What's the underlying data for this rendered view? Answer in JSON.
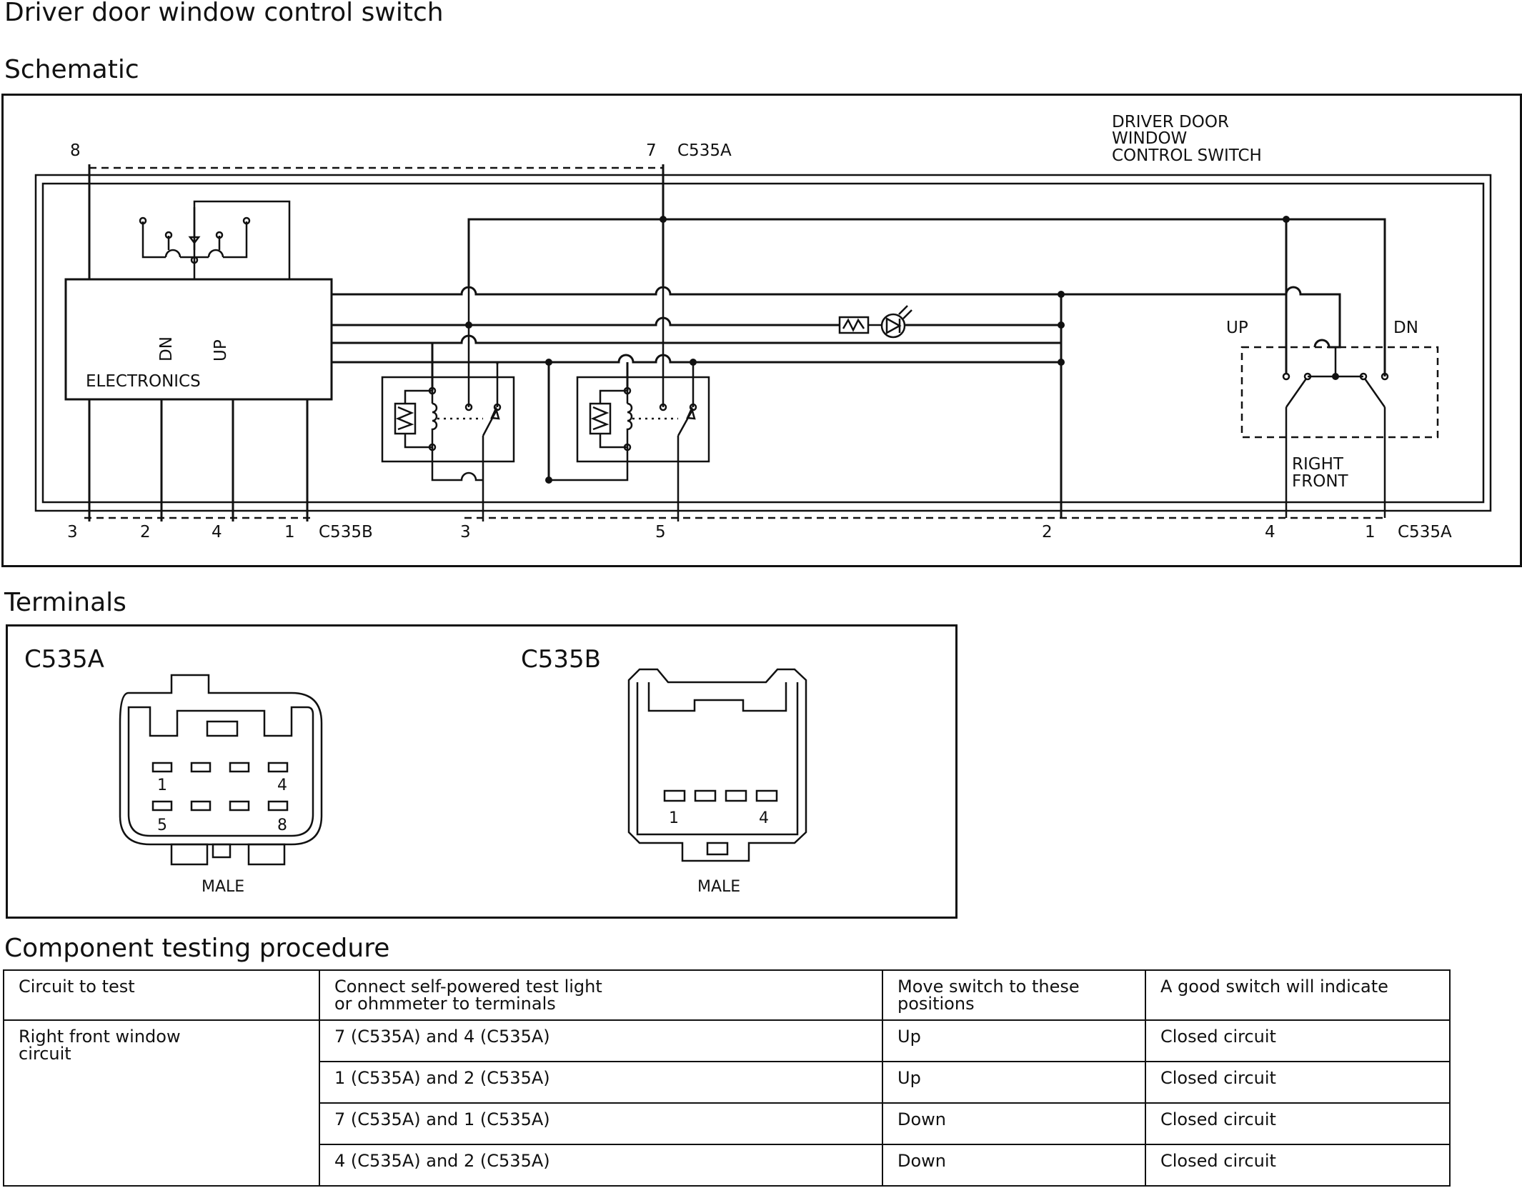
{
  "title": "Driver door window control switch",
  "sections": {
    "schematic": "Schematic",
    "terminals": "Terminals",
    "testing": "Component testing procedure"
  },
  "schematic": {
    "switch_label_line1": "DRIVER DOOR",
    "switch_label_line2": "WINDOW",
    "switch_label_line3": "CONTROL SWITCH",
    "electronics_label": "ELECTRONICS",
    "dn_label": "DN",
    "up_label": "UP",
    "rf_up_label": "UP",
    "rf_dn_label": "DN",
    "right_front_line1": "RIGHT",
    "right_front_line2": "FRONT",
    "top_pins": {
      "pin8": "8",
      "pin7": "7",
      "connector": "C535A"
    },
    "bottom_pins": {
      "b_pin3": "3",
      "b_pin2": "2",
      "b_pin4": "4",
      "b_pin1": "1",
      "b_connector": "C535B",
      "a_pin3": "3",
      "a_pin5": "5",
      "a_pin2": "2",
      "a_pin4": "4",
      "a_pin1": "1",
      "a_connector": "C535A"
    }
  },
  "terminals": {
    "c535a": {
      "name": "C535A",
      "pin_1": "1",
      "pin_4": "4",
      "pin_5": "5",
      "pin_8": "8",
      "gender": "MALE"
    },
    "c535b": {
      "name": "C535B",
      "pin_1": "1",
      "pin_4": "4",
      "gender": "MALE"
    }
  },
  "table": {
    "headers": [
      "Circuit to test",
      "Connect self-powered test light\nor ohmmeter to terminals",
      "Move switch to these\npositions",
      "A good switch will indicate"
    ],
    "circuit": "Right front window\ncircuit",
    "rows": [
      {
        "terminals": "7 (C535A) and 4 (C535A)",
        "position": "Up",
        "result": "Closed circuit"
      },
      {
        "terminals": "1 (C535A) and 2 (C535A)",
        "position": "Up",
        "result": "Closed circuit"
      },
      {
        "terminals": "7 (C535A) and 1 (C535A)",
        "position": "Down",
        "result": "Closed circuit"
      },
      {
        "terminals": "4 (C535A) and 2 (C535A)",
        "position": "Down",
        "result": "Closed circuit"
      }
    ]
  }
}
